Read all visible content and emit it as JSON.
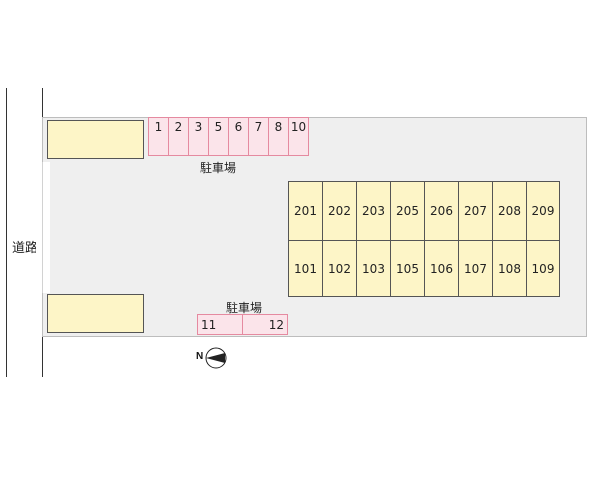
{
  "road_label": "道路",
  "parking": {
    "label_top": "駐車場",
    "label_bottom": "駐車場",
    "top_stalls": [
      "1",
      "2",
      "3",
      "5",
      "6",
      "7",
      "8",
      "10"
    ],
    "bottom_stalls": [
      "11",
      "12"
    ]
  },
  "units": {
    "row_2f": [
      "201",
      "202",
      "203",
      "205",
      "206",
      "207",
      "208",
      "209"
    ],
    "row_1f": [
      "101",
      "102",
      "103",
      "105",
      "106",
      "107",
      "108",
      "109"
    ]
  },
  "compass": {
    "label": "N"
  },
  "colors": {
    "building_fill": "#fdf5c7",
    "parking_fill": "#fbe4ea",
    "parking_border": "#e58aa0",
    "lot_fill": "#efefef"
  }
}
